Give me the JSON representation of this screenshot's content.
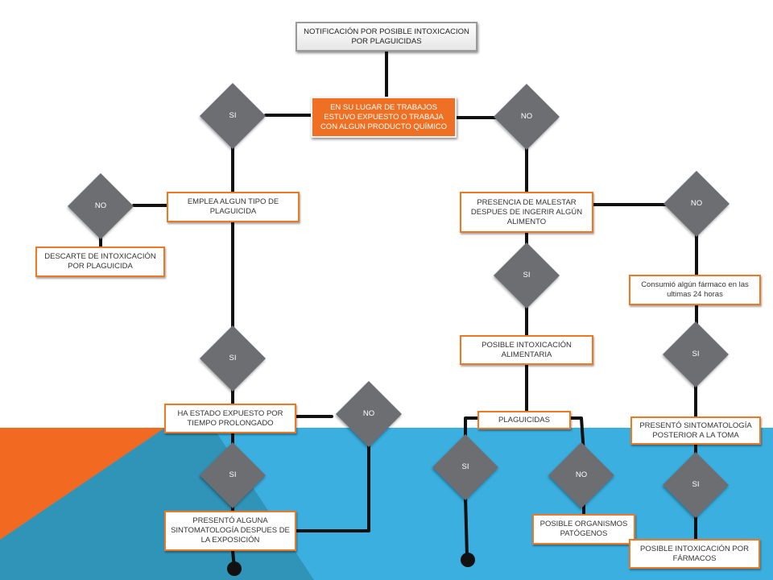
{
  "colors": {
    "accent_orange": "#f07023",
    "decision_gray": "#6d6e71",
    "sky_blue": "#3aafe0",
    "connector": "#111111"
  },
  "boxes": {
    "root": "NOTIFICACIÓN  POR  POSIBLE INTOXICACION POR PLAGUICIDAS",
    "question": "EN SU LUGAR DE TRABAJOS ESTUVO EXPUESTO  O TRABAJA CON  ALGUN PRODUCTO QUÍMICO",
    "emplea": "EMPLEA  ALGUN TIPO DE PLAGUICIDA",
    "descarte": "DESCARTE DE INTOXICACIÓN POR PLAGUICIDA",
    "expuesto": "HA ESTADO EXPUESTO POR TIEMPO PROLONGADO",
    "sintomas": "PRESENTÓ ALGUNA SINTOMATOLOGÍA DESPUES DE LA EXPOSICIÓN",
    "malestar": "PRESENCIA DE MALESTAR DESPUES DE INGERIR ALGÚN ALIMENTO",
    "alimentaria": "POSIBLE INTOXICACIÓN ALIMENTARIA",
    "plaguicidas": "PLAGUICIDAS",
    "patogenos": "POSIBLE ORGANISMOS PATÓGENOS",
    "farmaco": "Consumió algún fármaco en las ultimas 24 horas",
    "sint_toma": "PRESENTÓ SINTOMATOLOGÍA POSTERIOR A LA TOMA",
    "int_farmacos": "POSIBLE INTOXICACIÓN  POR FÁRMACOS"
  },
  "decisions": {
    "q_si": "SI",
    "q_no": "NO",
    "emplea_no": "NO",
    "emplea_si": "SI",
    "expuesto_no": "NO",
    "expuesto_si": "SI",
    "malestar_no": "NO",
    "malestar_si": "SI",
    "plag_si": "SI",
    "plag_no": "NO",
    "farmaco_si": "SI",
    "toma_si": "SI"
  }
}
